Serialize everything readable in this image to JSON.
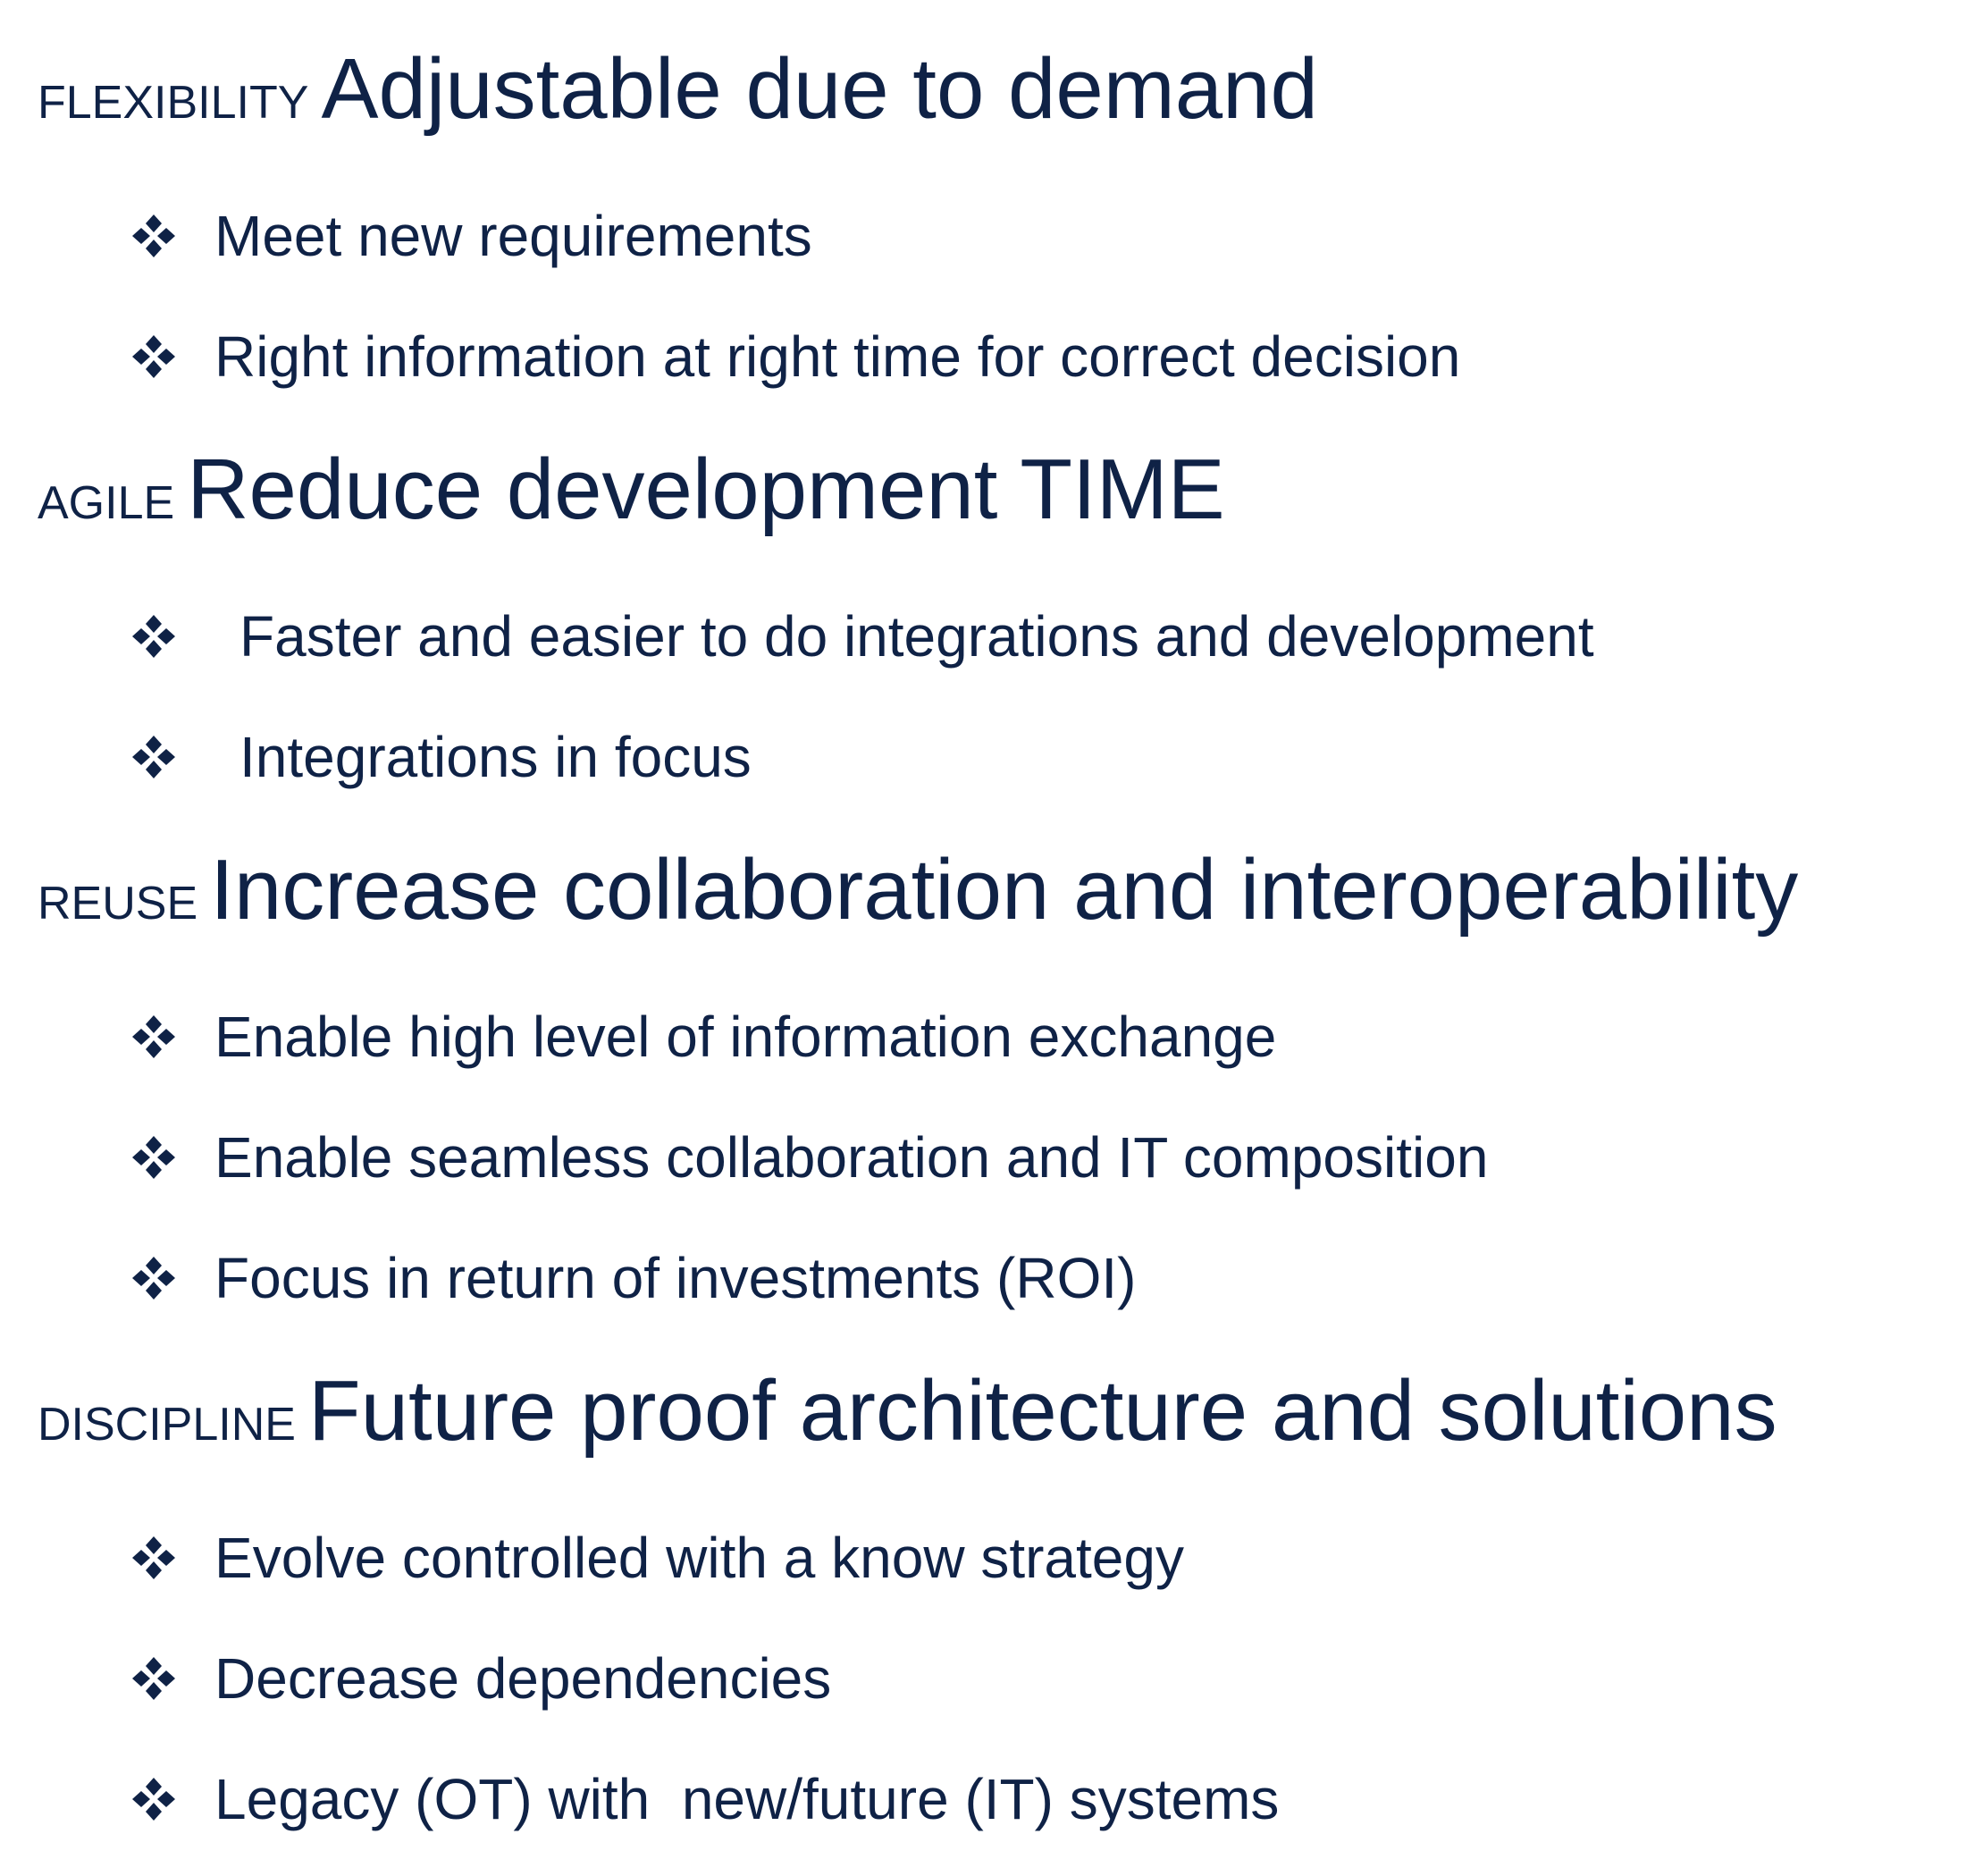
{
  "sections": [
    {
      "label": "FLEXIBILITY",
      "title": "Adjustable due to demand",
      "bullets": [
        "Meet new requirements",
        "Right information at right time for correct decision"
      ]
    },
    {
      "label": "AGILE",
      "title": "Reduce development TIME",
      "bullets": [
        "Faster and easier to do integrations and development",
        "Integrations in focus"
      ]
    },
    {
      "label": "REUSE",
      "title": "Increase collaboration and interoperability",
      "bullets": [
        "Enable high level of information exchange",
        "Enable seamless collaboration and IT composition",
        "Focus in return of investments (ROI)"
      ]
    },
    {
      "label": "DISCIPLINE",
      "title": "Future proof architecture and solutions",
      "bullets": [
        "Evolve controlled with a know strategy",
        "Decrease dependencies",
        "Legacy (OT) with  new/future (IT) systems"
      ]
    }
  ],
  "colors": {
    "text": "#0f2246",
    "background": "#ffffff"
  },
  "bullet_icon": "four-diamond-bullet-icon"
}
